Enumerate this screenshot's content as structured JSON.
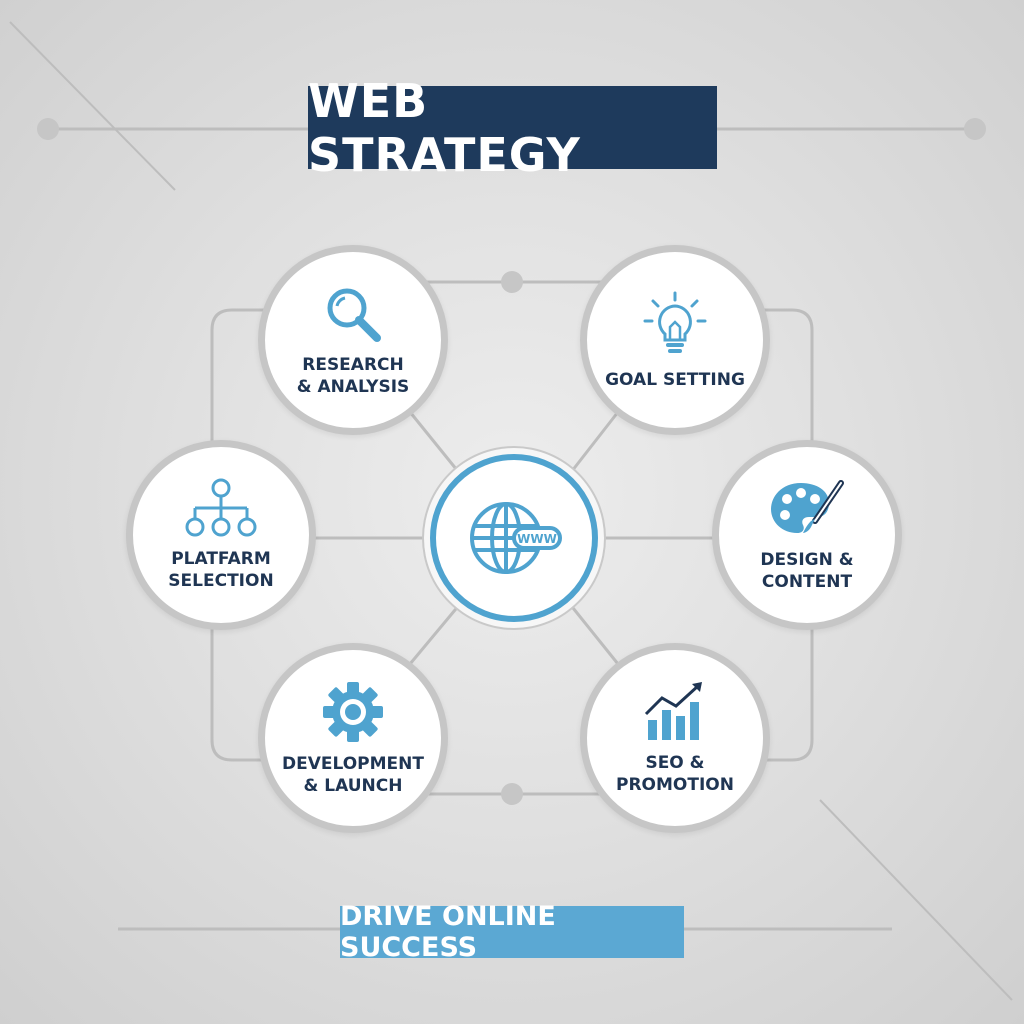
{
  "title": "WEB STRATEGY",
  "footer": "DRIVE ONLINE SUCCESS",
  "center": {
    "icon": "globe-www-icon",
    "icon_text": "WWW"
  },
  "nodes": [
    {
      "id": "research",
      "line1": "RESEARCH",
      "line2": "& ANALYSIS",
      "icon": "magnifier-icon"
    },
    {
      "id": "goal",
      "line1": "GOAL SETTING",
      "line2": "",
      "icon": "lightbulb-icon"
    },
    {
      "id": "design",
      "line1": "DESIGN & CONTENT",
      "line2": "",
      "icon": "palette-brush-icon"
    },
    {
      "id": "seo",
      "line1": "SEO &",
      "line2": "PROMOTION",
      "icon": "growth-chart-icon"
    },
    {
      "id": "dev",
      "line1": "DEVELOPMENT",
      "line2": "& LAUNCH",
      "icon": "gear-icon"
    },
    {
      "id": "platform",
      "line1": "PLATFARM",
      "line2": "SELECTION",
      "icon": "hierarchy-icon"
    }
  ],
  "colors": {
    "navy": "#1e3a5c",
    "accent": "#4fa3cf",
    "text": "#1f3553",
    "ring": "#c6c6c6",
    "line": "#bdbdbd"
  }
}
